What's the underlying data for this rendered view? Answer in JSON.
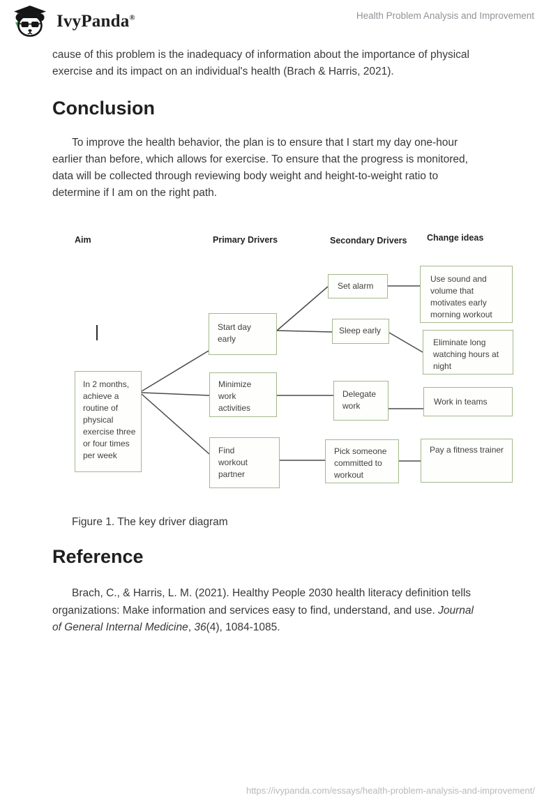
{
  "header": {
    "brand": "IvyPanda",
    "registered_mark": "®",
    "page_title": "Health Problem Analysis and Improvement",
    "logo": "panda-graduation-cap-logo"
  },
  "article": {
    "intro_lines": [
      "cause of this problem is the inadequacy of information about the importance of physical",
      "exercise and its impact on an individual's health (Brach & Harris, 2021)."
    ],
    "conclusion_heading": "Conclusion",
    "conclusion_lines": [
      "To improve the health behavior, the plan is to ensure that I start my day one-hour",
      "earlier than before, which allows for exercise. To ensure that the progress is monitored,",
      "data will be collected through reviewing body weight and height-to-weight ratio to",
      "determine if I am on the right path."
    ],
    "figure_caption": "Figure 1. The key driver diagram",
    "reference_heading": "Reference",
    "reference": {
      "line1": "Brach, C., & Harris, L. M. (2021). Healthy People 2030 health literacy definition tells",
      "line2_plain": "organizations: Make information and services easy to find, understand, and use. ",
      "line2_italic": "Journal",
      "line3_italic1": "of General Internal Medicine",
      "line3_plain1": ", ",
      "line3_italic2": "36",
      "line3_plain2": "(4), 1084-1085."
    }
  },
  "diagram": {
    "type": "key-driver-diagram",
    "column_headers": {
      "aim": "Aim",
      "primary": "Primary Drivers",
      "secondary": "Secondary Drivers",
      "change": "Change ideas"
    },
    "boxes": {
      "aim": "In 2 months, achieve a routine of physical exercise three or four times per week",
      "start_day": "Start day early",
      "minimize_work": "Minimize work activities",
      "find_partner": "Find workout partner",
      "set_alarm": "Set alarm",
      "sleep_early": "Sleep early",
      "delegate_work": "Delegate work",
      "pick_someone": "Pick someone committed to workout",
      "use_sound": "Use sound and volume that motivates early morning workout",
      "eliminate_watching": "Eliminate long watching hours at night",
      "work_teams": "Work in teams",
      "pay_trainer": "Pay a fitness trainer"
    },
    "box_border_color": "#a3b88c",
    "connector_color": "#4a4a4a"
  },
  "footer": {
    "url": "https://ivypanda.com/essays/health-problem-analysis-and-improvement/"
  }
}
